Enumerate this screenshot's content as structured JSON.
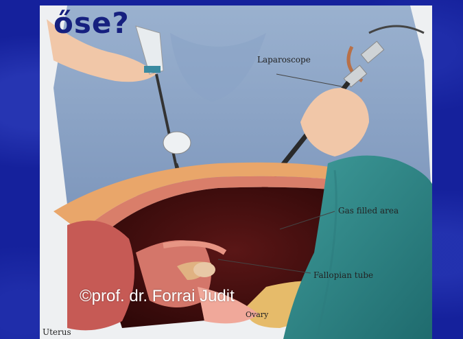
{
  "slide": {
    "title": "őse?",
    "watermark": "©prof. dr. Forrai Judit"
  },
  "illustration": {
    "labels": {
      "laparoscope": "Laparoscope",
      "gas_filled_area": "Gas filled area",
      "fallopian_tube": "Fallopian tube",
      "ovary": "Ovary",
      "uterus": "Uterus"
    }
  },
  "colors": {
    "background": "#15219c",
    "title": "#16207f",
    "watermark": "#ffffff"
  }
}
